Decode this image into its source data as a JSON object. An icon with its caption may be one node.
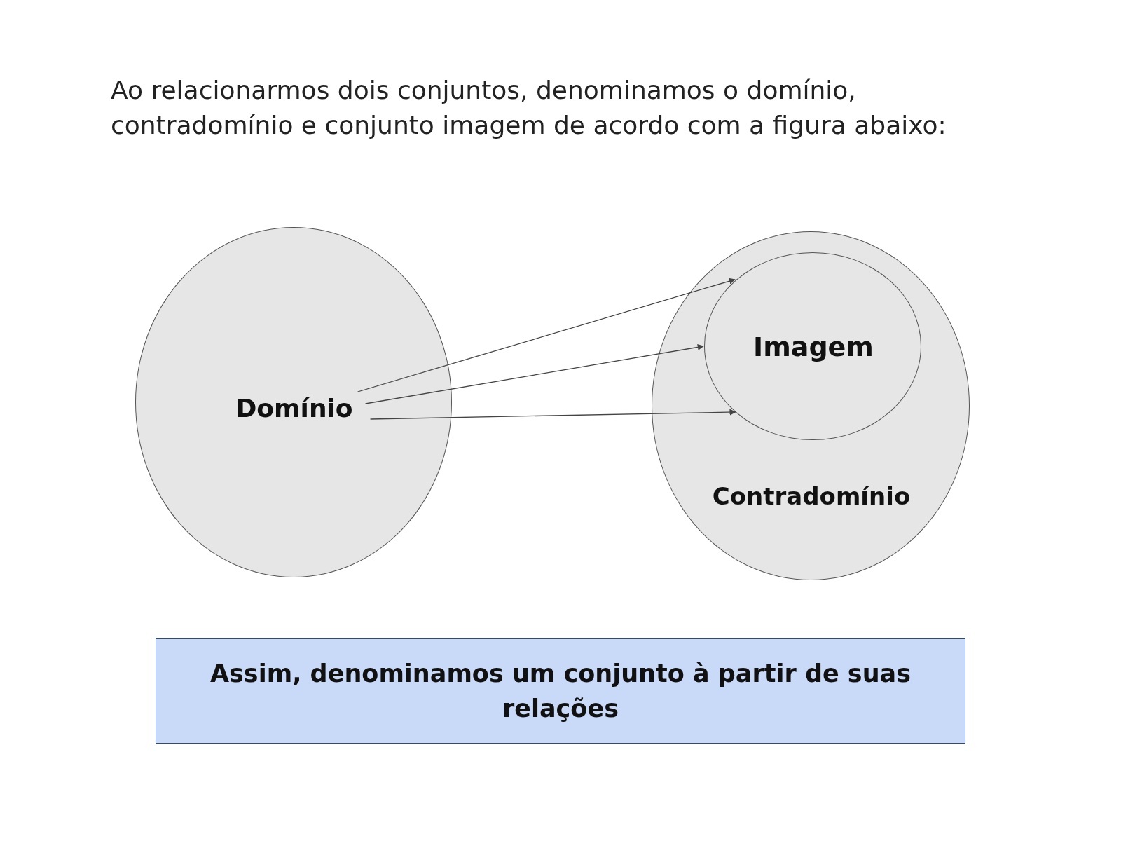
{
  "diagram": {
    "title": "Ao relacionarmos dois conjuntos, denominamos o domínio, contradomínio e conjunto imagem de acordo com a figura abaixo:",
    "nodes": [
      {
        "text": [
          "Domínio"
        ]
      },
      {
        "text": [
          "Contradomínio"
        ]
      },
      {
        "text": [
          "Imagem"
        ],
        "in": 1
      },
      {
        "text": [
          "Assim, denominamos um conjunto à partir de suas relações"
        ]
      }
    ],
    "edges": [
      {
        "from": 0,
        "to": 2,
        "arrow": "to"
      },
      {
        "from": 0,
        "to": 2,
        "arrow": "to"
      },
      {
        "from": 0,
        "to": 2,
        "arrow": "to"
      }
    ]
  }
}
